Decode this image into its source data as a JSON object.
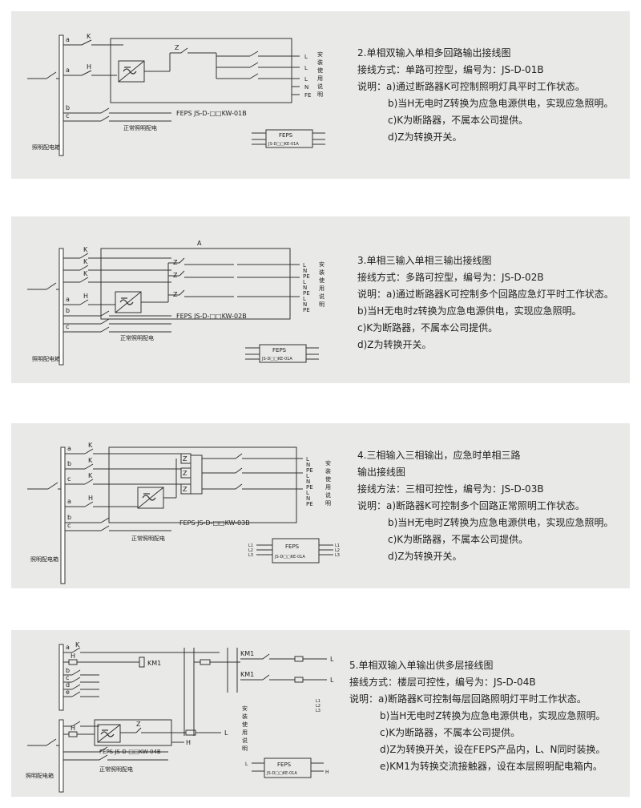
{
  "common": {
    "box_label": "照明配电箱",
    "normal_label": "正常照明配电",
    "install_label": [
      "安",
      "装",
      "使",
      "用",
      "说",
      "明"
    ],
    "feps_title": "FEPS",
    "module_code": "JS-D□□KE-01A"
  },
  "diagram1": {
    "heading": "2.单相双输入单相多回路输出接线图",
    "method": "接线方式：单路可控型，编号为：JS-D-01B",
    "notes": [
      "说明：a)通过断路器K可控制照明灯具平时工作状态。",
      "b)当H无电时Z转换为应急电源供电，实现应急照明。",
      "c)K为断路器，不属本公司提供。",
      "d)Z为转换开关。"
    ],
    "product_code": "FEPS JS-D-□□KW-01B",
    "bus_tags": [
      "a",
      "a",
      "b",
      "c"
    ],
    "switch_tags": [
      "K",
      "H",
      "Z"
    ],
    "out_tags": [
      "L",
      "L",
      "L",
      "N",
      "FE"
    ]
  },
  "diagram2": {
    "heading": "3.单相三输入单相三输出接线图",
    "method": "接线方式：多路可控型，编号为：JS-D-02B",
    "notes": [
      "说明：a)通过断路器K可控制多个回路应急灯平时工作状态。",
      "b)当H无电时z转换为应急电源供电，实现应急照明。",
      "c)K为断路器，不属本公司提供。",
      "d)Z为转换开关。"
    ],
    "product_code": "FEPS JS-D-□□KW-02B",
    "box_tag": "A",
    "bus_tags": [
      "a",
      "b",
      "c"
    ],
    "switch_tags": [
      "K",
      "K",
      "K",
      "H",
      "Z",
      "Z",
      "Z"
    ],
    "out_tags": [
      "L",
      "N",
      "PE",
      "L",
      "N",
      "PE",
      "L",
      "N",
      "PE"
    ]
  },
  "diagram3": {
    "heading": "4.三相输入三相输出，应急时单相三路",
    "heading2": "输出接线图",
    "method": "接线方法：三相可控性，编号为：JS-D-03B",
    "notes": [
      "说明：a)断路器K可控制多个回路正常照明工作状态。",
      "b)当H无电时Z转换为应急电源供电，实现应急照明。",
      "c)K为断路器，不属本公司提供。",
      "d)Z为转换开关。"
    ],
    "product_code": "FEPS JS-D-□□KW-03B",
    "bus_tags": [
      "a",
      "b",
      "c",
      "a",
      "b",
      "c"
    ],
    "switch_tags": [
      "K",
      "K",
      "K",
      "H",
      "Z",
      "Z",
      "Z"
    ],
    "out_tags": [
      "L",
      "N",
      "PE",
      "L",
      "N",
      "PE",
      "L",
      "N",
      "PE"
    ],
    "module_tags": [
      "L1",
      "L2",
      "L3",
      "L1",
      "L2",
      "L3"
    ]
  },
  "diagram4": {
    "heading": "5.单相双输入单输出供多层接线图",
    "method": "接线方式：楼层可控性，编号为：JS-D-04B",
    "notes": [
      "说明：a)断路器K可控制每层回路照明灯平时工作状态。",
      "b)当H无电时Z转换为应急电源供电，实现应急照明。",
      "c)K为断路器，不属本公司提供。",
      "d)Z为转换开关，设在FEPS产品内，L、N同时装换。",
      "e)KM1为转换交流接触器，设在本层照明配电箱内。"
    ],
    "product_code": "FEPS JS-D-□□KW-04B",
    "bus_tags": [
      "a",
      "b",
      "c",
      "d",
      "e"
    ],
    "switch_tags": [
      "K",
      "H",
      "KM1",
      "KM1",
      "KM1",
      "H",
      "Z"
    ],
    "out_tags": [
      "L",
      "L",
      "L",
      "H",
      "L",
      "H"
    ],
    "side_tags": [
      "L1",
      "L2",
      "L3"
    ]
  }
}
